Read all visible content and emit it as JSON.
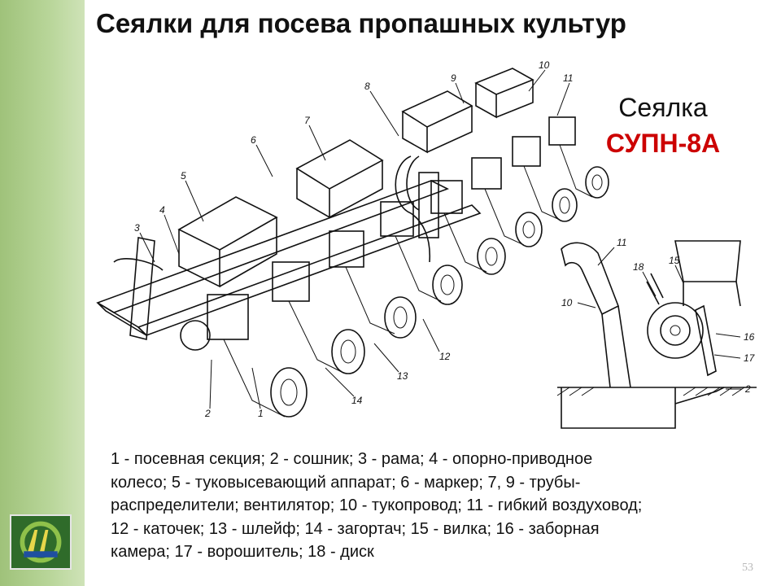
{
  "slide": {
    "title": "Сеялки для посева пропашных культур",
    "subtitle_line1": "Сеялка",
    "subtitle_line2": "СУПН-8А",
    "page_number": "53",
    "accent_color": "#cc0000"
  },
  "caption": {
    "lines": [
      "1 - посевная секция; 2 - сошник; 3 - рама; 4 - опорно-приводное",
      "колесо; 5 - туковысевающий аппарат; 6 - маркер; 7, 9 - трубы-",
      "распределители; вентилятор; 10 - тукопровод; 11 - гибкий воздуховод;",
      "12 - каточек; 13 - шлейф; 14 - загортач; 15 - вилка; 16 - заборная",
      "камера; 17 - ворошитель; 18 - диск"
    ]
  },
  "drawing_main": {
    "labels": [
      "1",
      "2",
      "3",
      "4",
      "5",
      "6",
      "7",
      "8",
      "9",
      "10",
      "11",
      "12",
      "13",
      "14"
    ]
  },
  "drawing_detail": {
    "labels": [
      "11",
      "10",
      "18",
      "15",
      "16",
      "17",
      "2"
    ]
  },
  "logo": {
    "icon": "university-logo-icon"
  }
}
